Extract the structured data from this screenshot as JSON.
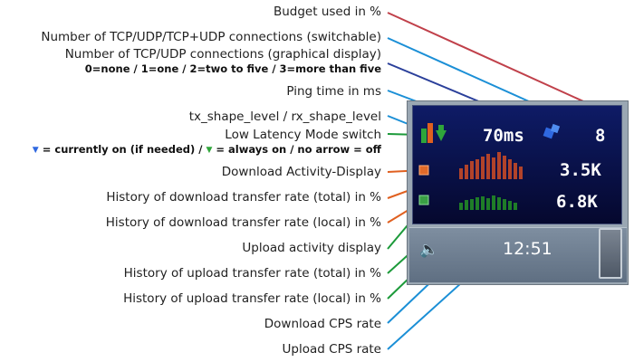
{
  "labels": {
    "budget": "Budget used in %",
    "connections_switchable": "Number of TCP/UDP/TCP+UDP connections (switchable)",
    "connections_graphical": "Number of TCP/UDP connections (graphical display)",
    "connections_legend": "0=none / 1=one / 2=two to five / 3=more than five",
    "ping": "Ping time in ms",
    "shape_level": "tx_shape_level / rx_shape_level",
    "low_latency": "Low Latency Mode switch",
    "low_latency_legend_a": "= currently on (if needed) /",
    "low_latency_legend_b": "= always on / no arrow = off",
    "download_activity": "Download Activity-Display",
    "download_hist_total": "History of download transfer rate (total) in %",
    "download_hist_local": "History of download transfer rate (local) in %",
    "upload_activity": "Upload activity display",
    "upload_hist_total": "History of upload transfer rate (total) in %",
    "upload_hist_local": "History of upload transfer rate (local) in %",
    "download_cps": "Download CPS rate",
    "upload_cps": "Upload CPS rate"
  },
  "widget": {
    "ping_value": "70ms",
    "connections_count": "8",
    "download_rate": "3.5K",
    "upload_rate": "6.8K"
  },
  "taskbar": {
    "clock": "12:51"
  },
  "colors": {
    "download_bars": "#b2432a",
    "upload_bars": "#1f7d28",
    "blue_arrow": "#2f68e0",
    "green_arrow": "#2fa63a",
    "budget_line": "#c0404a",
    "leader_blue": "#1b8fd6",
    "leader_orange": "#e06020",
    "leader_green": "#1c9a3a"
  },
  "icons": {
    "low_latency_on": "blue-down-arrow-icon",
    "low_latency_always": "green-down-arrow-icon",
    "connections": "connections-icon",
    "speaker": "speaker-icon"
  }
}
